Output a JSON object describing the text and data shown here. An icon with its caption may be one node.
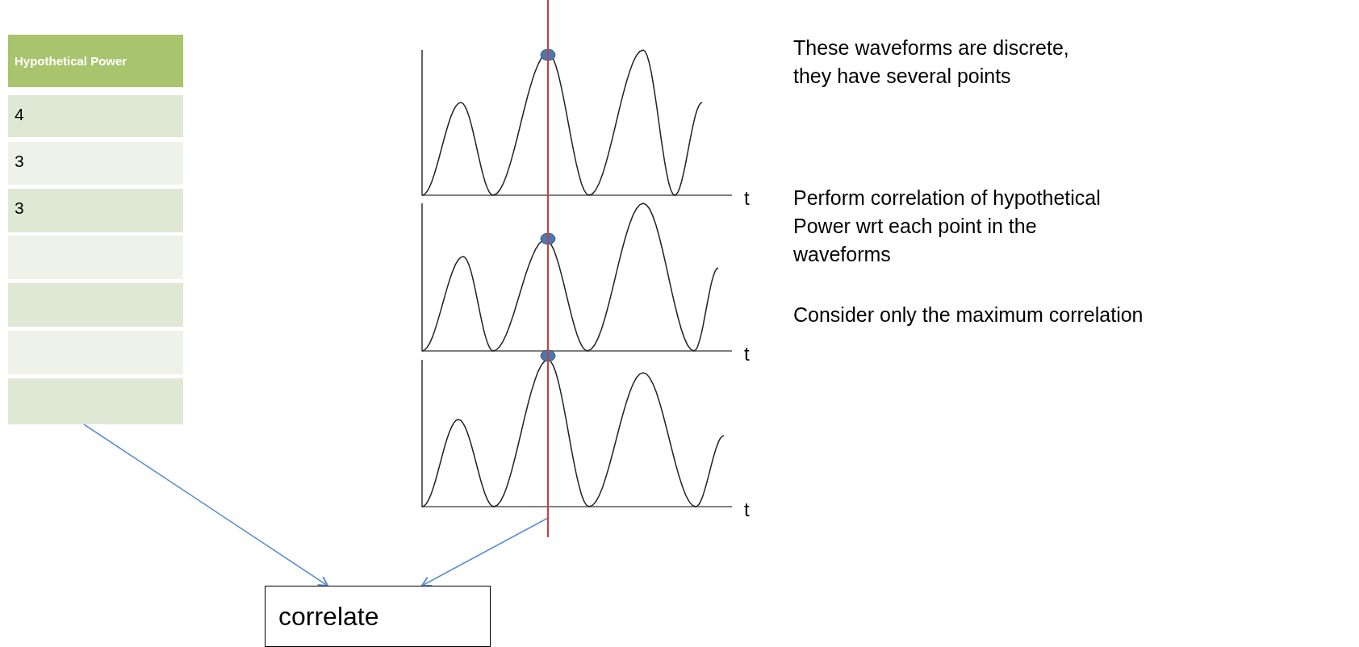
{
  "diagram": {
    "nodes": [
      {
        "text": [
          "Hypothetical Power"
        ]
      },
      {
        "text": [
          "4"
        ]
      },
      {
        "text": [
          "3"
        ]
      },
      {
        "text": [
          "3"
        ]
      },
      {
        "text": [],
        "shape": "box"
      },
      {
        "text": [],
        "shape": "box"
      },
      {
        "text": [],
        "shape": "box"
      },
      {
        "text": [],
        "shape": "box"
      },
      {
        "text": [],
        "shape": "line"
      },
      {
        "text": [
          "correlate"
        ]
      }
    ],
    "edges": [
      {
        "from": 7,
        "to": 9,
        "arrow": "to"
      },
      {
        "from": 8,
        "to": 9,
        "arrow": "to"
      }
    ],
    "labels": [
      "t",
      "t",
      "t",
      "These waveforms are discrete, they have several points",
      "Perform correlation of hypothetical Power wrt each point in the waveforms",
      "Consider only the maximum correlation"
    ]
  }
}
